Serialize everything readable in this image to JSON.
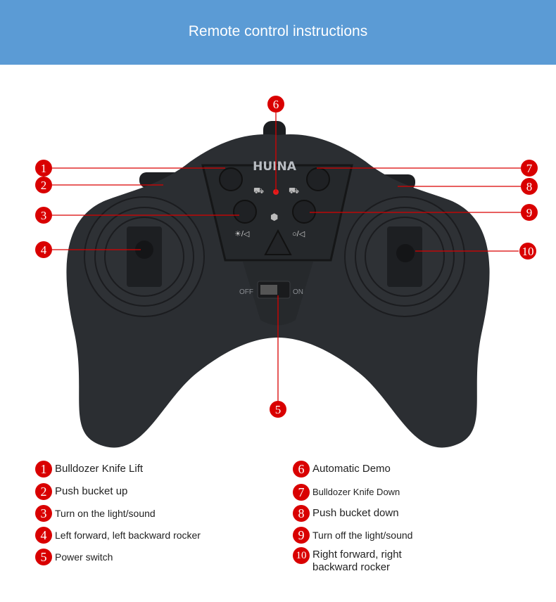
{
  "header": {
    "title": "Remote control instructions"
  },
  "controller": {
    "brand": "HUINA",
    "switch_off": "OFF",
    "switch_on": "ON"
  },
  "callouts": [
    "1",
    "2",
    "3",
    "4",
    "5",
    "6",
    "7",
    "8",
    "9",
    "10"
  ],
  "legend": [
    {
      "num": "1",
      "label": "Bulldozer Knife Lift"
    },
    {
      "num": "2",
      "label": "Push bucket up"
    },
    {
      "num": "3",
      "label": "Turn on the light/sound"
    },
    {
      "num": "4",
      "label": "Left forward, left backward rocker"
    },
    {
      "num": "5",
      "label": "Power switch"
    },
    {
      "num": "6",
      "label": "Automatic Demo"
    },
    {
      "num": "7",
      "label": "Bulldozer Knife Down"
    },
    {
      "num": "8",
      "label": "Push bucket down"
    },
    {
      "num": "9",
      "label": "Turn off the light/sound"
    },
    {
      "num": "10",
      "label": "Right forward, right backward rocker"
    }
  ],
  "colors": {
    "header": "#5b9bd5",
    "callout": "#d90000",
    "body": "#2a2d31"
  }
}
